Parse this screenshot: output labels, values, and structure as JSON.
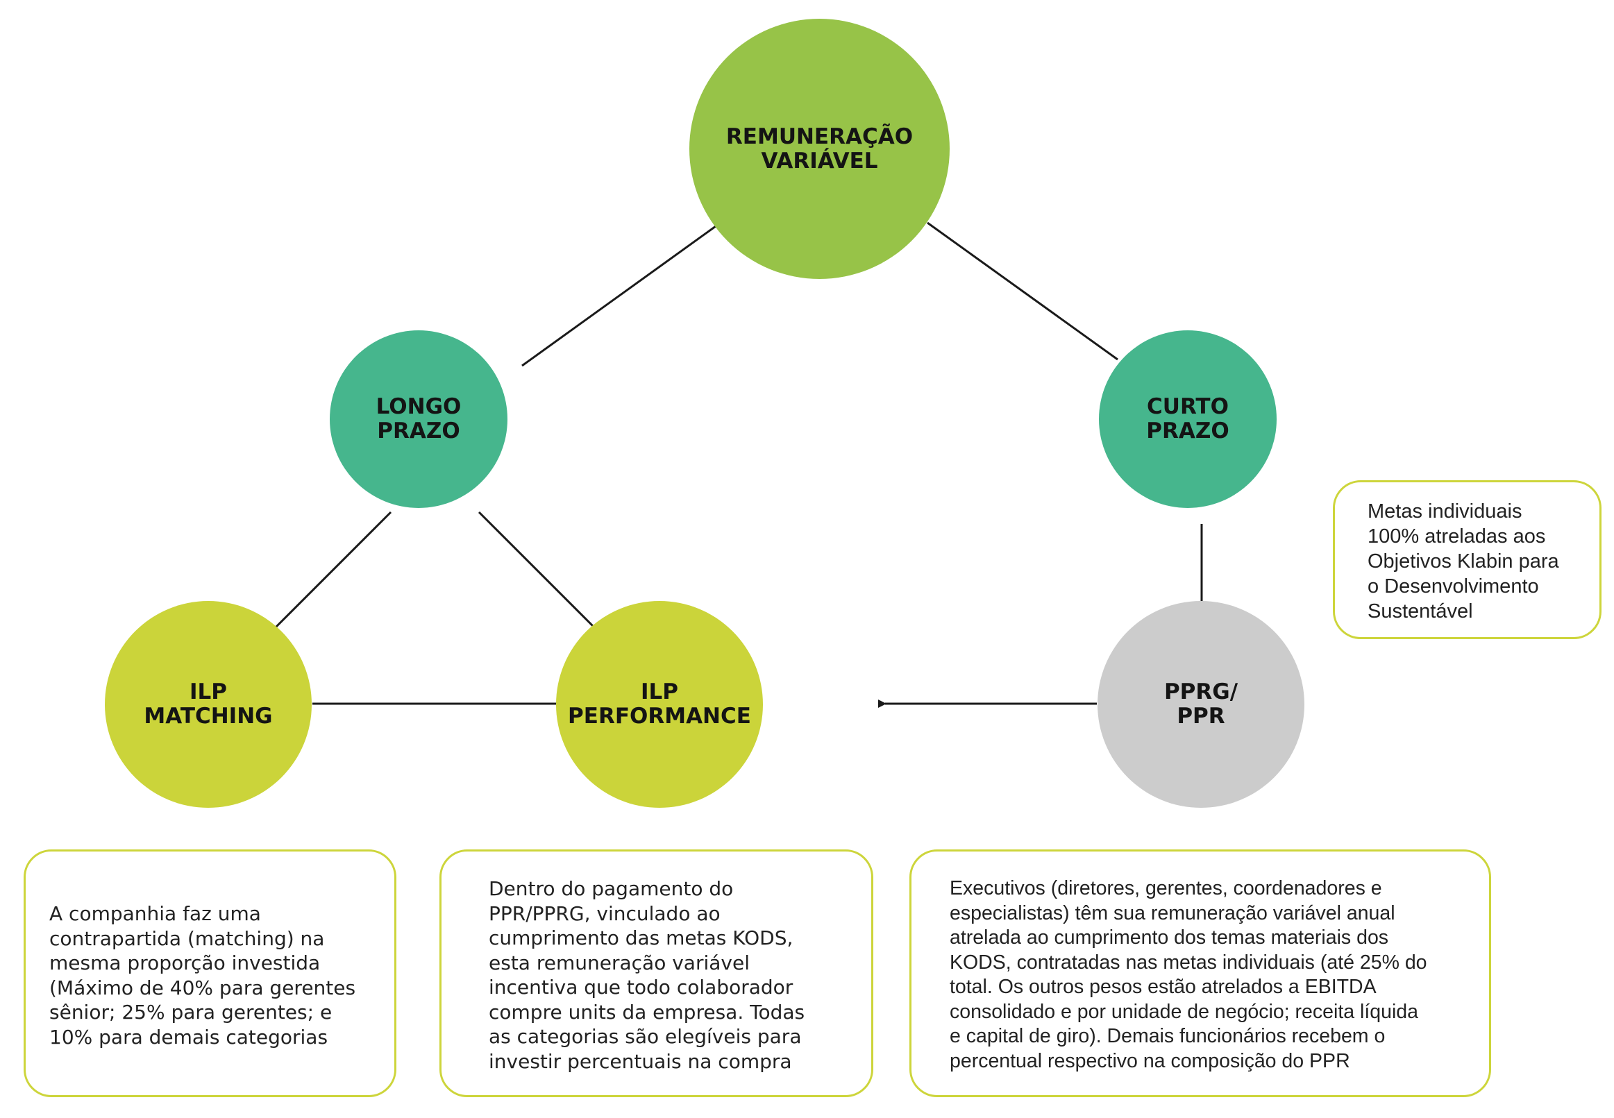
{
  "colors": {
    "root": "#97c348",
    "mid": "#46b68d",
    "leaf": "#cbd43a",
    "ppr": "#cccccc",
    "box_border": "#cdd53b",
    "line": "#1a1a1a"
  },
  "nodes": {
    "root": "REMUNERAÇÃO\nVARIÁVEL",
    "longo": "LONGO\nPRAZO",
    "curto": "CURTO\nPRAZO",
    "matching": "ILP\nMATCHING",
    "performance": "ILP\nPERFORMANCE",
    "ppr": "PPRG/\nPPR"
  },
  "boxes": {
    "metas": "Metas individuais\n100% atreladas aos\nObjetivos Klabin para\no Desenvolvimento\nSustentável",
    "matching": "A companhia faz uma\ncontrapartida (matching) na\nmesma proporção investida\n(Máximo de 40% para gerentes\nsênior; 25% para gerentes; e\n10% para demais categorias",
    "performance": "Dentro do pagamento do\nPPR/PPRG, vinculado ao\ncumprimento das metas KODS,\nesta remuneração variável\nincentiva que todo colaborador\ncompre units da empresa. Todas\nas categorias são elegíveis para\ninvestir percentuais na compra",
    "executivos": "Executivos (diretores, gerentes, coordenadores e\nespecialistas) têm sua remuneração variável anual\natrelada ao cumprimento dos temas materiais dos\nKODS, contratadas nas metas individuais (até 25% do\ntotal. Os outros pesos estão atrelados a EBITDA\nconsolidado e por unidade de negócio; receita líquida\ne capital de giro). Demais funcionários recebem o\npercentual respectivo na composição do PPR"
  }
}
